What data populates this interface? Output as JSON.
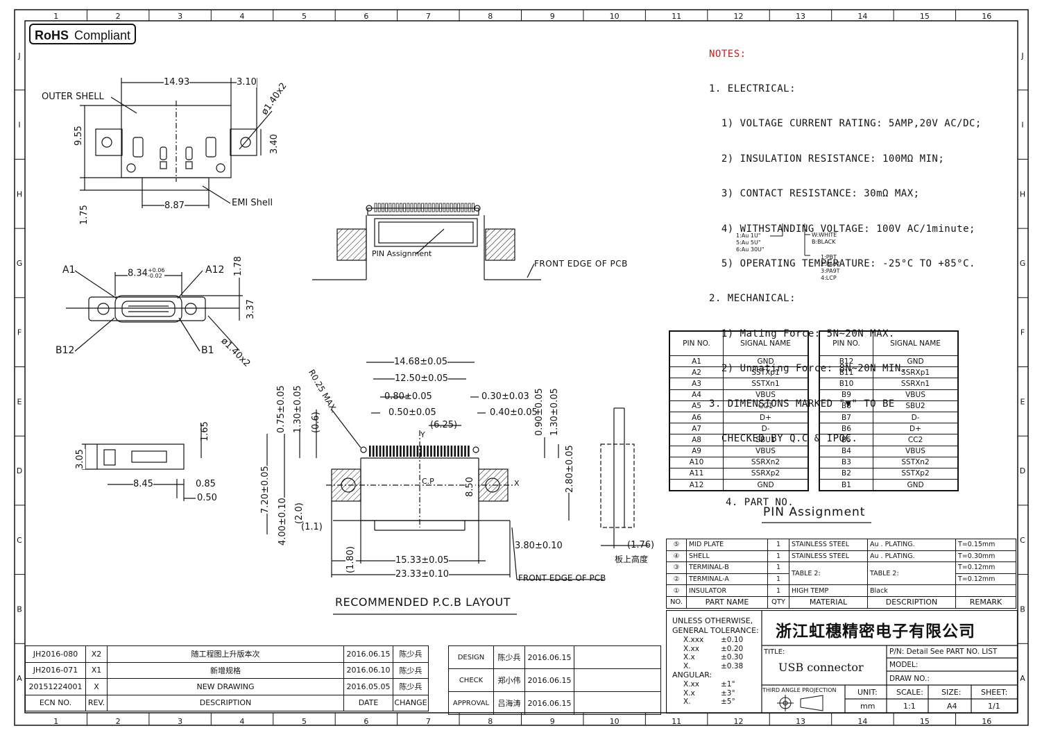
{
  "rohs": {
    "bold": "RoHS",
    "text": "Compliant"
  },
  "border": {
    "cols": [
      "1",
      "2",
      "3",
      "4",
      "5",
      "6",
      "7",
      "8",
      "9",
      "10",
      "11",
      "12",
      "13",
      "14",
      "15",
      "16"
    ],
    "rows": [
      "J",
      "I",
      "H",
      "G",
      "F",
      "E",
      "D",
      "C",
      "B",
      "A"
    ]
  },
  "notes": {
    "title": "NOTES:",
    "lines": [
      "1. ELECTRICAL:",
      "  1) VOLTAGE CURRENT RATING: 5AMP,20V AC/DC;",
      "  2) INSULATION RESISTANCE: 100MΩ MIN;",
      "  3) CONTACT RESISTANCE: 30mΩ MAX;",
      "  4) WITHSTANDING VOLTAGE: 100V AC/1minute;",
      "  5) OPERATING TEMPERATURE: -25°C TO +85°C.",
      "2. MECHANICAL:",
      "  1) Mating Force: 5N~20N MAX.",
      "  2) Unmating Force: 8N~20N MIN.",
      "3. DIMENSIONS MARKED \"▼\" TO BE",
      "  CHECKED BY Q.C & IPQC."
    ],
    "part_no": "4. PART NO.",
    "plating_options": [
      "1:Au 1U\"",
      "5:Au 5U\"",
      "6:Au 30U\""
    ],
    "color_options": [
      "W:WHITE",
      "B:BLACK"
    ],
    "material_options": [
      "1:PBT",
      "2:PA6T",
      "3:PA9T",
      "4:LCP"
    ]
  },
  "drawing": {
    "top": {
      "outer_shell": "OUTER SHELL",
      "emi_shell": "EMI Shell",
      "d1": "14.93",
      "d2": "3.10",
      "d3": "9.55",
      "d4": "3.40",
      "d5": "1.75",
      "d6": "8.87",
      "d7": "ø1.40x2"
    },
    "front": {
      "a1": "A1",
      "a12": "A12",
      "b12": "B12",
      "b1": "B1",
      "d1": "8.34",
      "d1_tol_up": "+0.06",
      "d1_tol_dn": "-0.02",
      "d2": "1.78",
      "d3": "3.37",
      "d4": "ø1.40x2"
    },
    "side": {
      "d1": "3.05",
      "d2": "1.65",
      "d3": "8.45",
      "d4": "0.85",
      "d5": "0.50"
    },
    "pcb_edge": {
      "pin_assignment": "PIN Assignment",
      "front_edge": "FRONT EDGE OF PCB"
    },
    "layout": {
      "title": "RECOMMENDED P.C.B LAYOUT",
      "r": "R0.25 MAX.",
      "d_14_68": "14.68±0.05",
      "d_12_50": "12.50±0.05",
      "d_0_80": "0.80±0.05",
      "d_0_50": "0.50±0.05",
      "d_0_30": "0.30±0.03",
      "d_0_40": "0.40±0.05",
      "d_6_25": "(6.25)",
      "d_0_75": "0.75±0.05",
      "d_1_30a": "1.30±0.05",
      "d_0_6": "(0.6)",
      "d_0_90": "0.90±0.05",
      "d_1_30b": "1.30±0.05",
      "d_7_20": "7.20±0.05",
      "d_2_0": "(2.0)",
      "d_4_00": "4.00±0.10",
      "d_1_1": "(1.1)",
      "d_2_80": "2.80±0.05",
      "d_8_50": "8.50",
      "d_1_80": "(1.80)",
      "d_15_33": "15.33±0.05",
      "d_23_33": "23.33±0.10",
      "d_3_80": "3.80±0.10",
      "cp": "C.P",
      "x": "X",
      "y": "Y",
      "front_edge": "FRONT EDGE OF PCB",
      "board_height_val": "(1.76)",
      "board_height_label": "板上高度"
    }
  },
  "pin_table_a": {
    "headers": [
      "PIN NO.",
      "SIGNAL NAME"
    ],
    "rows": [
      [
        "A1",
        "GND"
      ],
      [
        "A2",
        "SSTXp1"
      ],
      [
        "A3",
        "SSTXn1"
      ],
      [
        "A4",
        "VBUS"
      ],
      [
        "A5",
        "CC1"
      ],
      [
        "A6",
        "D+"
      ],
      [
        "A7",
        "D-"
      ],
      [
        "A8",
        "SBU1"
      ],
      [
        "A9",
        "VBUS"
      ],
      [
        "A10",
        "SSRXn2"
      ],
      [
        "A11",
        "SSRXp2"
      ],
      [
        "A12",
        "GND"
      ]
    ]
  },
  "pin_table_b": {
    "headers": [
      "PIN NO.",
      "SIGNAL NAME"
    ],
    "rows": [
      [
        "B12",
        "GND"
      ],
      [
        "B11",
        "SSRXp1"
      ],
      [
        "B10",
        "SSRXn1"
      ],
      [
        "B9",
        "VBUS"
      ],
      [
        "B8",
        "SBU2"
      ],
      [
        "B7",
        "D-"
      ],
      [
        "B6",
        "D+"
      ],
      [
        "B5",
        "CC2"
      ],
      [
        "B4",
        "VBUS"
      ],
      [
        "B3",
        "SSTXn2"
      ],
      [
        "B2",
        "SSTXp2"
      ],
      [
        "B1",
        "GND"
      ]
    ]
  },
  "pin_assignment_title": "PIN Assignment",
  "bom": {
    "rows": [
      {
        "no": "⑤",
        "part": "MID PLATE",
        "qty": "1",
        "material": "STAINLESS STEEL",
        "desc": "Au . PLATING.",
        "remark": "T=0.15mm"
      },
      {
        "no": "④",
        "part": "SHELL",
        "qty": "1",
        "material": "STAINLESS STEEL",
        "desc": "Au . PLATING.",
        "remark": "T=0.30mm"
      },
      {
        "no": "③",
        "part": "TERMINAL-B",
        "qty": "1",
        "material": "TABLE 2:",
        "desc": "TABLE 2:",
        "remark": "T=0.12mm"
      },
      {
        "no": "②",
        "part": "TERMINAL-A",
        "qty": "1",
        "material": "",
        "desc": "",
        "remark": "T=0.12mm"
      },
      {
        "no": "①",
        "part": "INSULATOR",
        "qty": "1",
        "material": "HIGH TEMP",
        "desc": "Black",
        "remark": ""
      }
    ],
    "headers": {
      "no": "NO.",
      "part": "PART NAME",
      "qty": "QTY",
      "material": "MATERIAL",
      "desc": "DESCRIPTION",
      "remark": "REMARK"
    }
  },
  "tolerance": {
    "title1": "UNLESS OTHERWISE,",
    "title2": "GENERAL TOLERANCE:",
    "rows": [
      [
        "X.xxx",
        "±0.10"
      ],
      [
        "X.xx",
        "±0.20"
      ],
      [
        "X.x",
        "±0.30"
      ],
      [
        "X.",
        "±0.38"
      ]
    ],
    "angular": "ANGULAR:",
    "angle_rows": [
      [
        "X.xx",
        "±1°"
      ],
      [
        "X.x",
        "±3°"
      ],
      [
        "X.",
        "±5°"
      ]
    ]
  },
  "title_block": {
    "company": "浙江虹穗精密电子有限公司",
    "title_label": "TITLE:",
    "title": "USB connector",
    "pn": "P/N: Detail See PART NO. LIST",
    "model": "MODEL:",
    "draw_no": "DRAW NO.:",
    "projection": "THIRD ANGLE PROJECTION",
    "unit_label": "UNIT:",
    "unit": "mm",
    "scale_label": "SCALE:",
    "scale": "1:1",
    "size_label": "SIZE:",
    "size": "A4",
    "sheet_label": "SHEET:",
    "sheet": "1/1"
  },
  "revisions": {
    "rows": [
      {
        "ecn": "JH2016-080",
        "rev": "X2",
        "desc": "随工程图上升版本次",
        "date": "2016.06.15",
        "by": "陈少兵"
      },
      {
        "ecn": "JH2016-071",
        "rev": "X1",
        "desc": "新增规格",
        "date": "2016.06.10",
        "by": "陈少兵"
      },
      {
        "ecn": "20151224001",
        "rev": "X",
        "desc": "NEW DRAWING",
        "date": "2016.05.05",
        "by": "陈少兵"
      }
    ],
    "headers": {
      "ecn": "ECN NO.",
      "rev": "REV.",
      "desc": "DESCRIPTION",
      "date": "DATE",
      "by": "CHANGE"
    }
  },
  "signoff": [
    {
      "role": "DESIGN",
      "name": "陈少兵",
      "date": "2016.06.15"
    },
    {
      "role": "CHECK",
      "name": "郑小伟",
      "date": "2016.06.15"
    },
    {
      "role": "APPROVAL",
      "name": "吕海涛",
      "date": "2016.06.15"
    }
  ]
}
